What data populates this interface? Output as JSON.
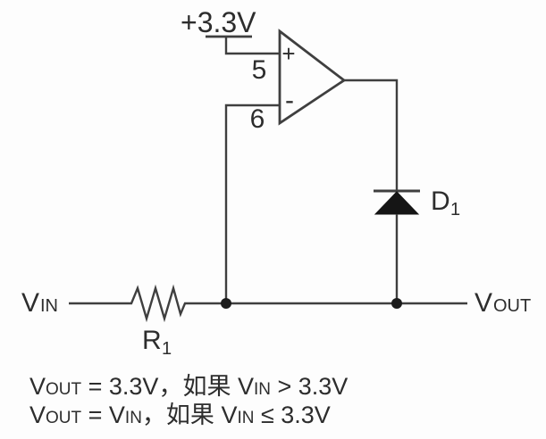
{
  "figure": {
    "supply_label": "+3.3V",
    "opamp": {
      "plus_sign": "+",
      "minus_sign": "-",
      "pin_noninverting": "5",
      "pin_inverting": "6"
    },
    "input_label": {
      "main": "V",
      "sub": "IN"
    },
    "output_label": {
      "main": "V",
      "sub": "OUT"
    },
    "resistor": {
      "ref_main": "R",
      "ref_sub": "1"
    },
    "diode": {
      "ref_main": "D",
      "ref_sub": "1"
    }
  },
  "formulas": {
    "line1": {
      "parts": [
        "V",
        "OUT",
        " = 3.3V，",
        "如果 ",
        "V",
        "IN",
        " > 3.3V"
      ]
    },
    "line2": {
      "parts": [
        "V",
        "OUT",
        " = ",
        "V",
        "IN",
        "，如果 ",
        "V",
        "IN",
        " ≤ 3.3V"
      ]
    }
  },
  "colors": {
    "wire": "#3f3f3f",
    "text": "#2d2d2d",
    "component_fill": "#151515",
    "background": "#fdfdfd"
  }
}
